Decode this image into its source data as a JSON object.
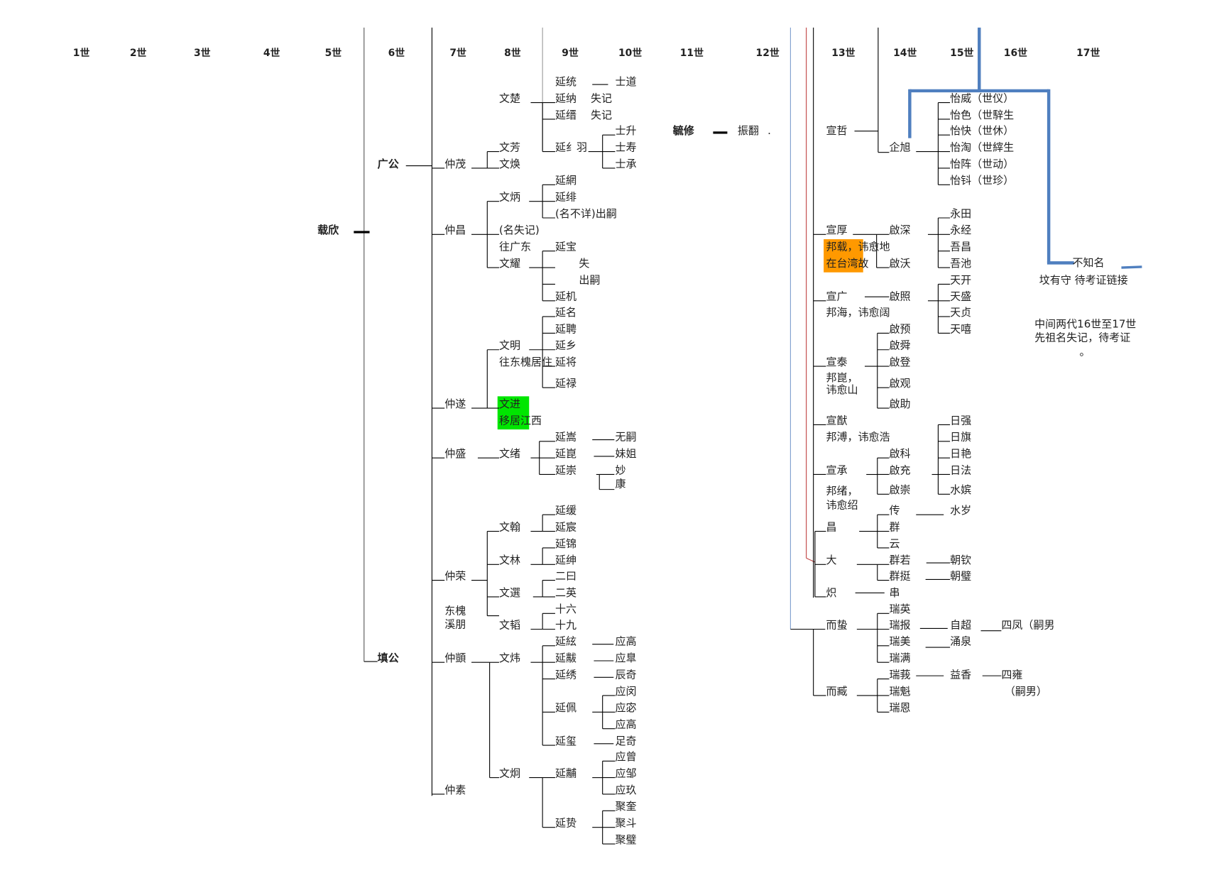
{
  "generations": [
    "1世",
    "2世",
    "3世",
    "4世",
    "5世",
    "6世",
    "7世",
    "8世",
    "9世",
    "10世",
    "11世",
    "12世",
    "13世",
    "14世",
    "15世",
    "16世",
    "17世"
  ],
  "left": {
    "gen5": [
      "载欣"
    ],
    "gen6": [
      "广公",
      "填公"
    ],
    "gen7": [
      "仲茂",
      "仲昌",
      "仲遂",
      "仲盛",
      "仲荣",
      "东槐",
      "溪朋",
      "仲顗",
      "仲素"
    ],
    "gen8": [
      "文楚",
      "文芳",
      "文焕",
      "文炳",
      "(名失记)",
      "往广东",
      "文耀",
      "文明",
      "往东槐居住",
      "文进",
      "移居江西",
      "文绪",
      "文翰",
      "文林",
      "文選",
      "文韬",
      "文炜",
      "文炯"
    ],
    "gen9": [
      "延统",
      "延纳",
      "延缙",
      "延纟羽",
      "延網",
      "延绯",
      "(名不详)出嗣",
      "延宝",
      "延机",
      "延名",
      "延聘",
      "延乡",
      "延将",
      "延禄",
      "延嵩",
      "延崑",
      "延崇",
      "延缓",
      "延宸",
      "延锦",
      "延绅",
      "二曰",
      "二英",
      "十六",
      "十九",
      "延絃",
      "延黻",
      "延绣",
      "延佩",
      "延玺",
      "延黼",
      "延贽"
    ],
    "gen9_notes": [
      "失",
      "出嗣"
    ],
    "gen10_notes": [
      "失记",
      "失记"
    ],
    "gen10": [
      "士道",
      "士升",
      "士寿",
      "士承",
      "无嗣",
      "妹姐",
      "妙",
      "康",
      "应高",
      "应臯",
      "辰奇",
      "应闵",
      "应宓",
      "应高",
      "足奇",
      "应曾",
      "应邹",
      "应玖",
      "聚奎",
      "聚斗",
      "聚璧"
    ]
  },
  "middle": {
    "gen11": "毓修",
    "gen12": "振翻",
    "dot": "."
  },
  "right": {
    "gen13": [
      "宣哲",
      "宣厚",
      "邦载，讳愈地",
      "在台湾故",
      "宣广",
      "邦海，讳愈阔",
      "宣泰",
      "邦崑，",
      "讳愈山",
      "宣猷",
      "邦溥，讳愈浩",
      "宣承",
      "邦绪，",
      "讳愈绍",
      "昌",
      "大",
      "炽",
      "而蛰",
      "而臧"
    ],
    "gen14": [
      "企旭",
      "啟深",
      "啟沃",
      "啟照",
      "啟预",
      "啟舜",
      "啟登",
      "啟观",
      "啟助",
      "啟科",
      "啟充",
      "啟崇",
      "传",
      "群",
      "云",
      "群若",
      "群挺",
      "串",
      "瑞英",
      "瑞报",
      "瑞美",
      "瑞满",
      "瑞莪",
      "瑞魁",
      "瑞恩"
    ],
    "gen15": [
      "怡威（世仪）",
      "怡色（世騂生",
      "怡快（世休）",
      "怡淘（世縡生",
      "怡阵（世动）",
      "怡钭（世珍）",
      "永田",
      "永经",
      "吾昌",
      "吾池",
      "天开",
      "天盛",
      "天贞",
      "天嘻",
      "日强",
      "日旗",
      "日艳",
      "日法",
      "水嫔",
      "水岁",
      "朝钦",
      "朝璧",
      "自超",
      "涌泉",
      "益香"
    ],
    "gen16": [
      "四凤（嗣男",
      "四雍",
      "（嗣男）"
    ],
    "unknown": [
      "不知名",
      "坟有守  待考证链接"
    ],
    "note": [
      "中间两代16世至17世",
      "先祖名失记，待考证",
      "。"
    ]
  },
  "colors": {
    "line": "#000000",
    "blue": "#4f7fbf",
    "red": "#c04040",
    "thin_blue": "#7f9fcf",
    "highlight_green": "#00e600",
    "highlight_orange": "#ff9900"
  }
}
